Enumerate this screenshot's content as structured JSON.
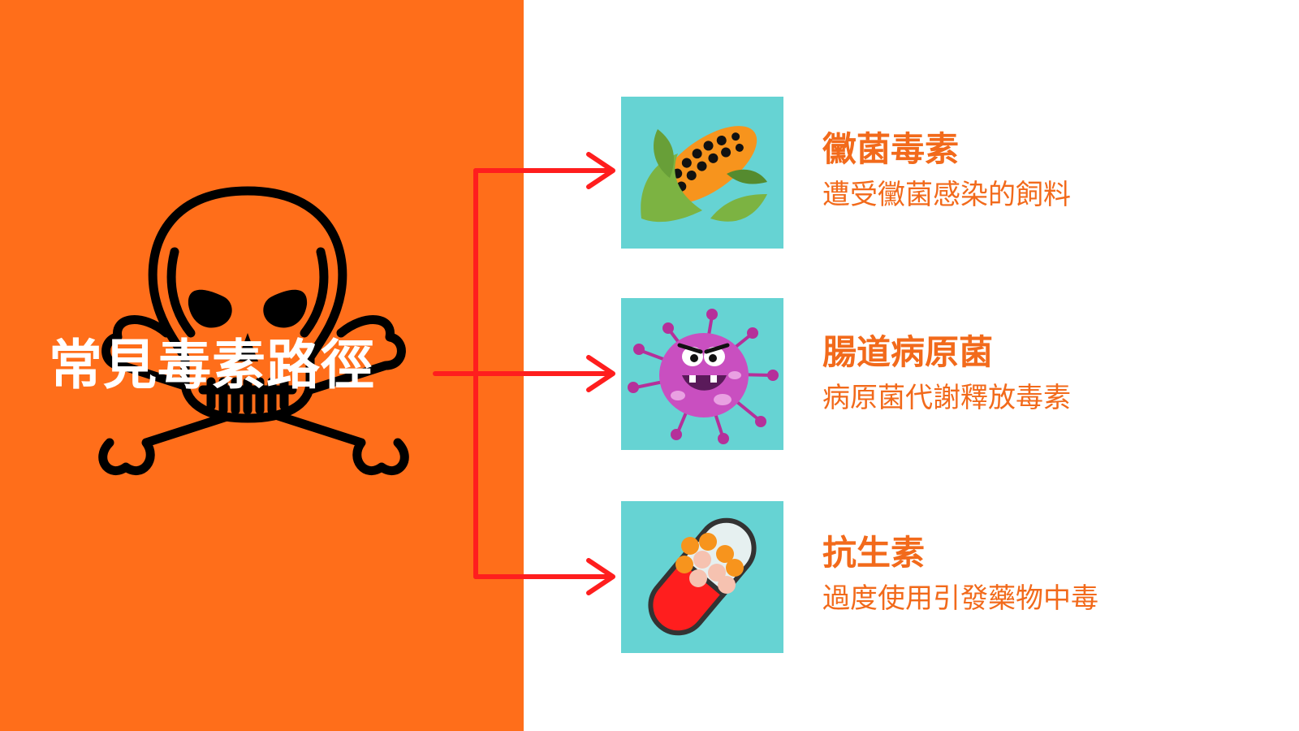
{
  "diagram": {
    "title": "常見毒素路徑",
    "items": [
      {
        "id": "mold",
        "icon": "corn-icon",
        "title": "黴菌毒素",
        "description": "遭受黴菌感染的飼料"
      },
      {
        "id": "pathogen",
        "icon": "germ-icon",
        "title": "腸道病原菌",
        "description": "病原菌代謝釋放毒素"
      },
      {
        "id": "antibiotic",
        "icon": "capsule-icon",
        "title": "抗生素",
        "description": "過度使用引發藥物中毒"
      }
    ]
  },
  "colors": {
    "panel": "#ff6e1a",
    "accent_text": "#f26a1b",
    "arrow": "#ff1e1e",
    "tile": "#66d3d3",
    "title_text": "#ffffff",
    "skull": "#000000"
  }
}
